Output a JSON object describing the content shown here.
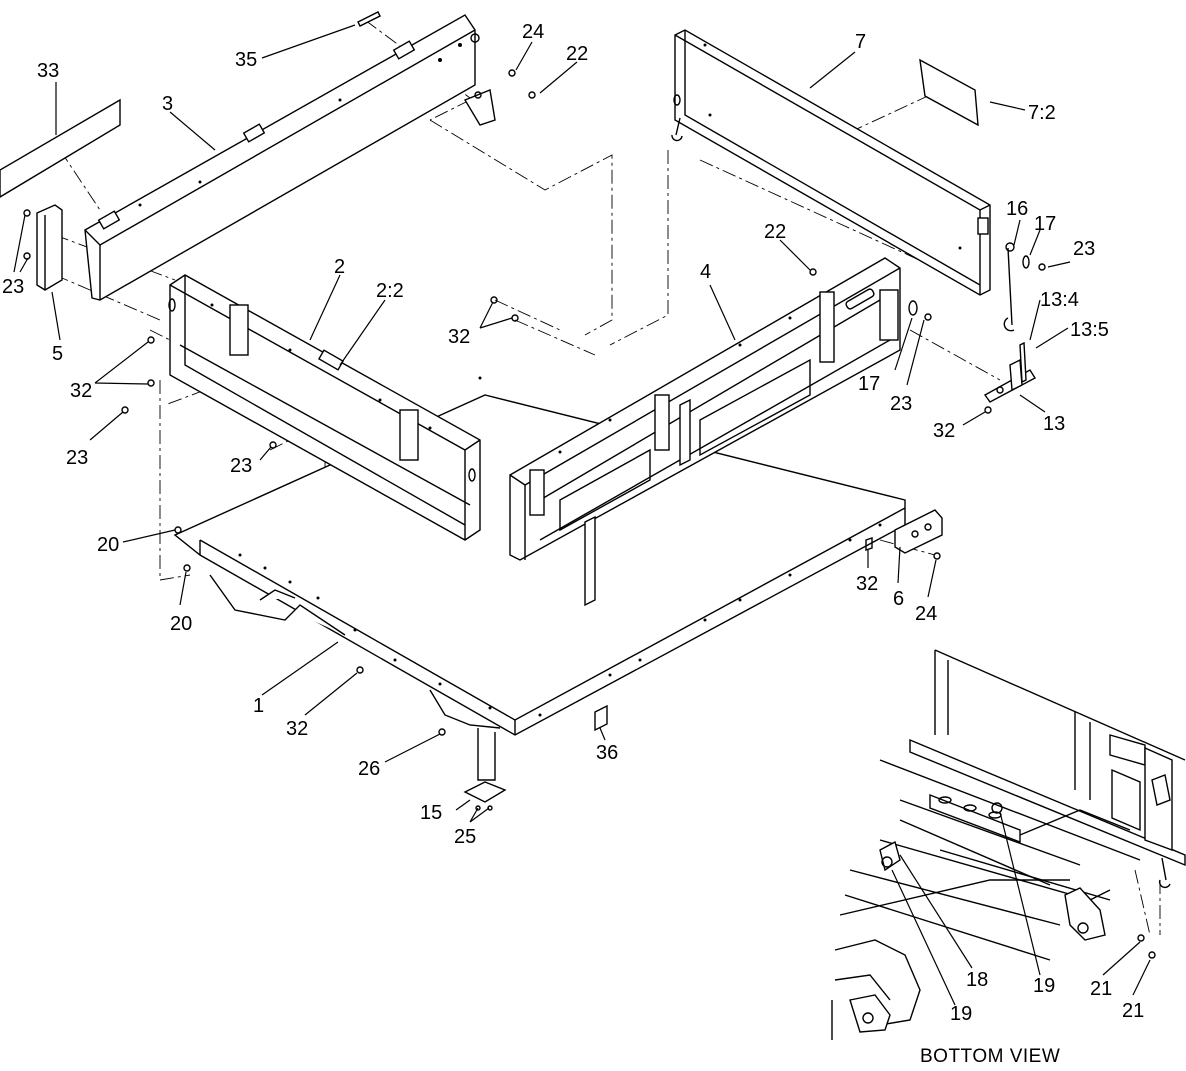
{
  "diagram": {
    "callouts": {
      "c1": "1",
      "c2": "2",
      "c2_2": "2:2",
      "c3": "3",
      "c4": "4",
      "c5": "5",
      "c6": "6",
      "c7": "7",
      "c7_2": "7:2",
      "c13": "13",
      "c13_4": "13:4",
      "c13_5": "13:5",
      "c15": "15",
      "c16": "16",
      "c17a": "17",
      "c17b": "17",
      "c18": "18",
      "c19a": "19",
      "c19b": "19",
      "c20a": "20",
      "c20b": "20",
      "c21a": "21",
      "c21b": "21",
      "c22a": "22",
      "c22b": "22",
      "c23a": "23",
      "c23b": "23",
      "c23c": "23",
      "c23d": "23",
      "c23e": "23",
      "c24a": "24",
      "c24b": "24",
      "c25": "25",
      "c26": "26",
      "c32a": "32",
      "c32b": "32",
      "c32c": "32",
      "c32d": "32",
      "c32e": "32",
      "c33": "33",
      "c35": "35",
      "c36": "36"
    },
    "inset_caption": "BOTTOM VIEW"
  }
}
